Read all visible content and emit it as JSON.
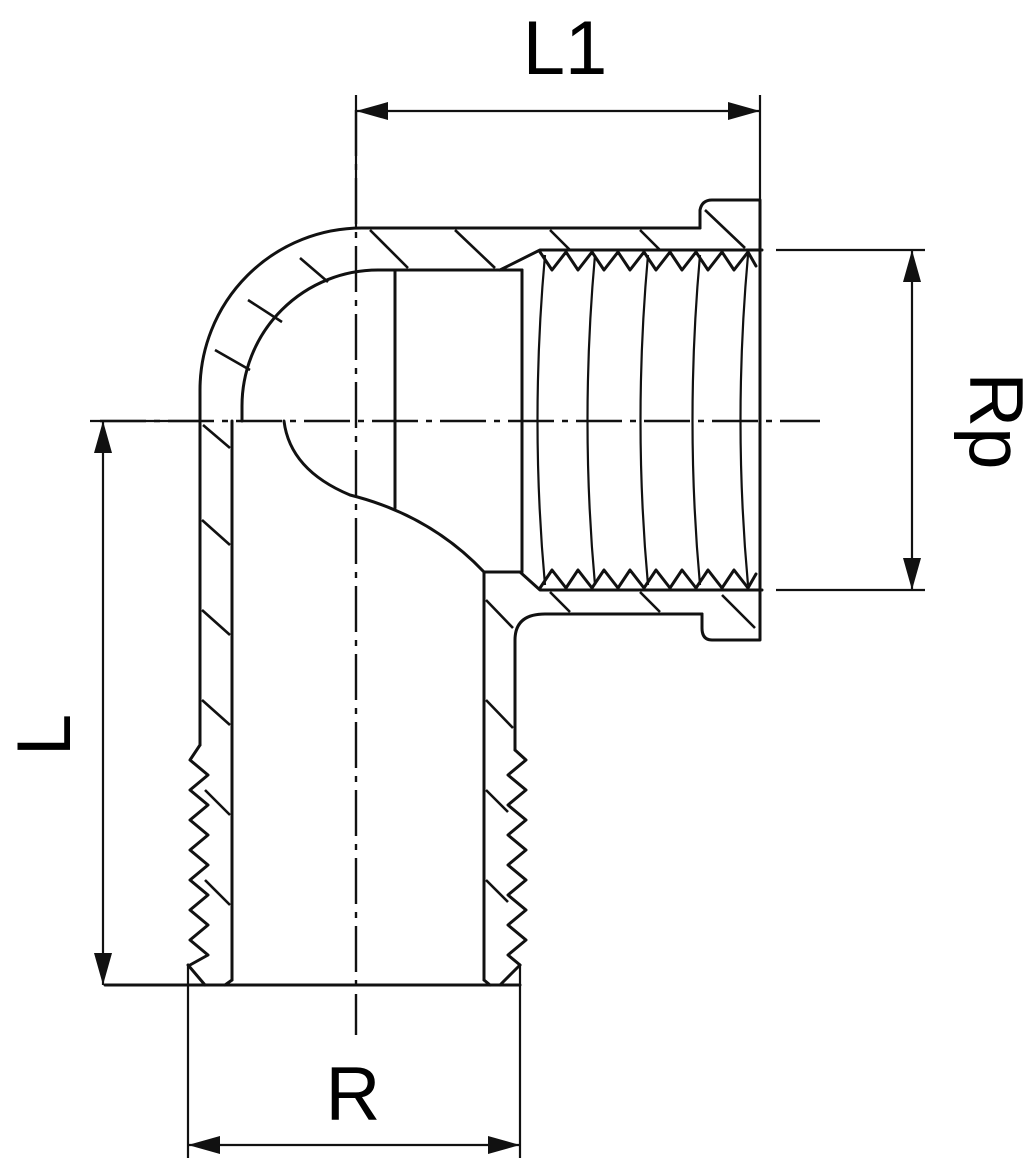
{
  "labels": {
    "l1": "L1",
    "rp": "Rp",
    "l": "L",
    "r": "R"
  },
  "colors": {
    "line": "#111111",
    "background": "#ffffff"
  }
}
